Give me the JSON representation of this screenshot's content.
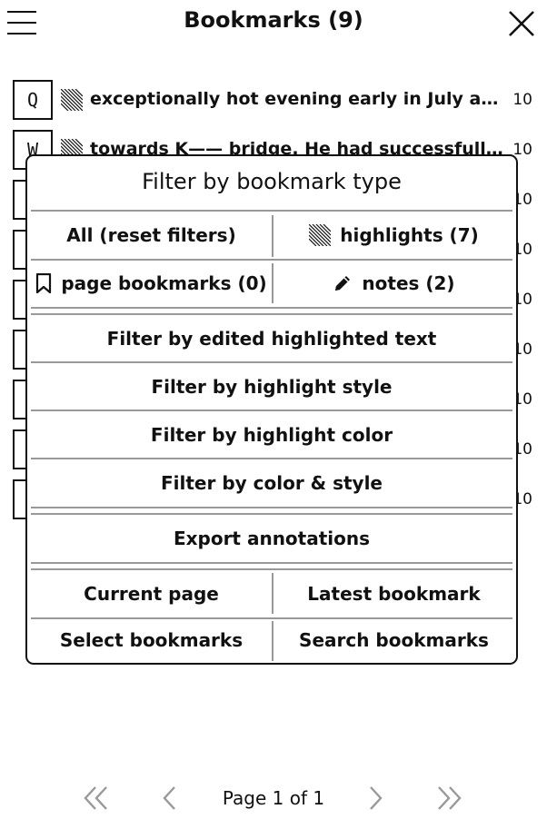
{
  "header": {
    "title": "Bookmarks (9)"
  },
  "bookmarks": [
    {
      "letter": "Q",
      "text": "exceptionally hot evening early in July a you...",
      "page": "10"
    },
    {
      "letter": "W",
      "text": "towards K—— bridge. He had successfully av...",
      "page": "10"
    },
    {
      "letter": "",
      "text": "",
      "page": "10"
    },
    {
      "letter": "",
      "text": "",
      "page": "10"
    },
    {
      "letter": "",
      "text": "",
      "page": "10"
    },
    {
      "letter": "",
      "text": "",
      "page": "10"
    },
    {
      "letter": "",
      "text": "",
      "page": "10"
    },
    {
      "letter": "",
      "text": "",
      "page": "10"
    },
    {
      "letter": "",
      "text": "",
      "page": "10"
    }
  ],
  "popup": {
    "title": "Filter by bookmark type",
    "all_reset": "All (reset filters)",
    "highlights": "highlights (7)",
    "page_bookmarks": "page bookmarks (0)",
    "notes": "notes (2)",
    "filter_edited": "Filter by edited highlighted text",
    "filter_style": "Filter by highlight style",
    "filter_color": "Filter by highlight color",
    "filter_color_style": "Filter by color & style",
    "export": "Export annotations",
    "current_page": "Current page",
    "latest_bookmark": "Latest bookmark",
    "select_bookmarks": "Select bookmarks",
    "search_bookmarks": "Search bookmarks"
  },
  "footer": {
    "page_label": "Page 1 of 1"
  },
  "icons": {
    "menu": "hamburger-menu-icon",
    "close": "close-icon",
    "highlight": "highlight-hatch-icon",
    "bookmark": "bookmark-ribbon-icon",
    "note": "pencil-icon",
    "first": "double-chevron-left-icon",
    "prev": "chevron-left-icon",
    "next": "chevron-right-icon",
    "last": "double-chevron-right-icon"
  }
}
